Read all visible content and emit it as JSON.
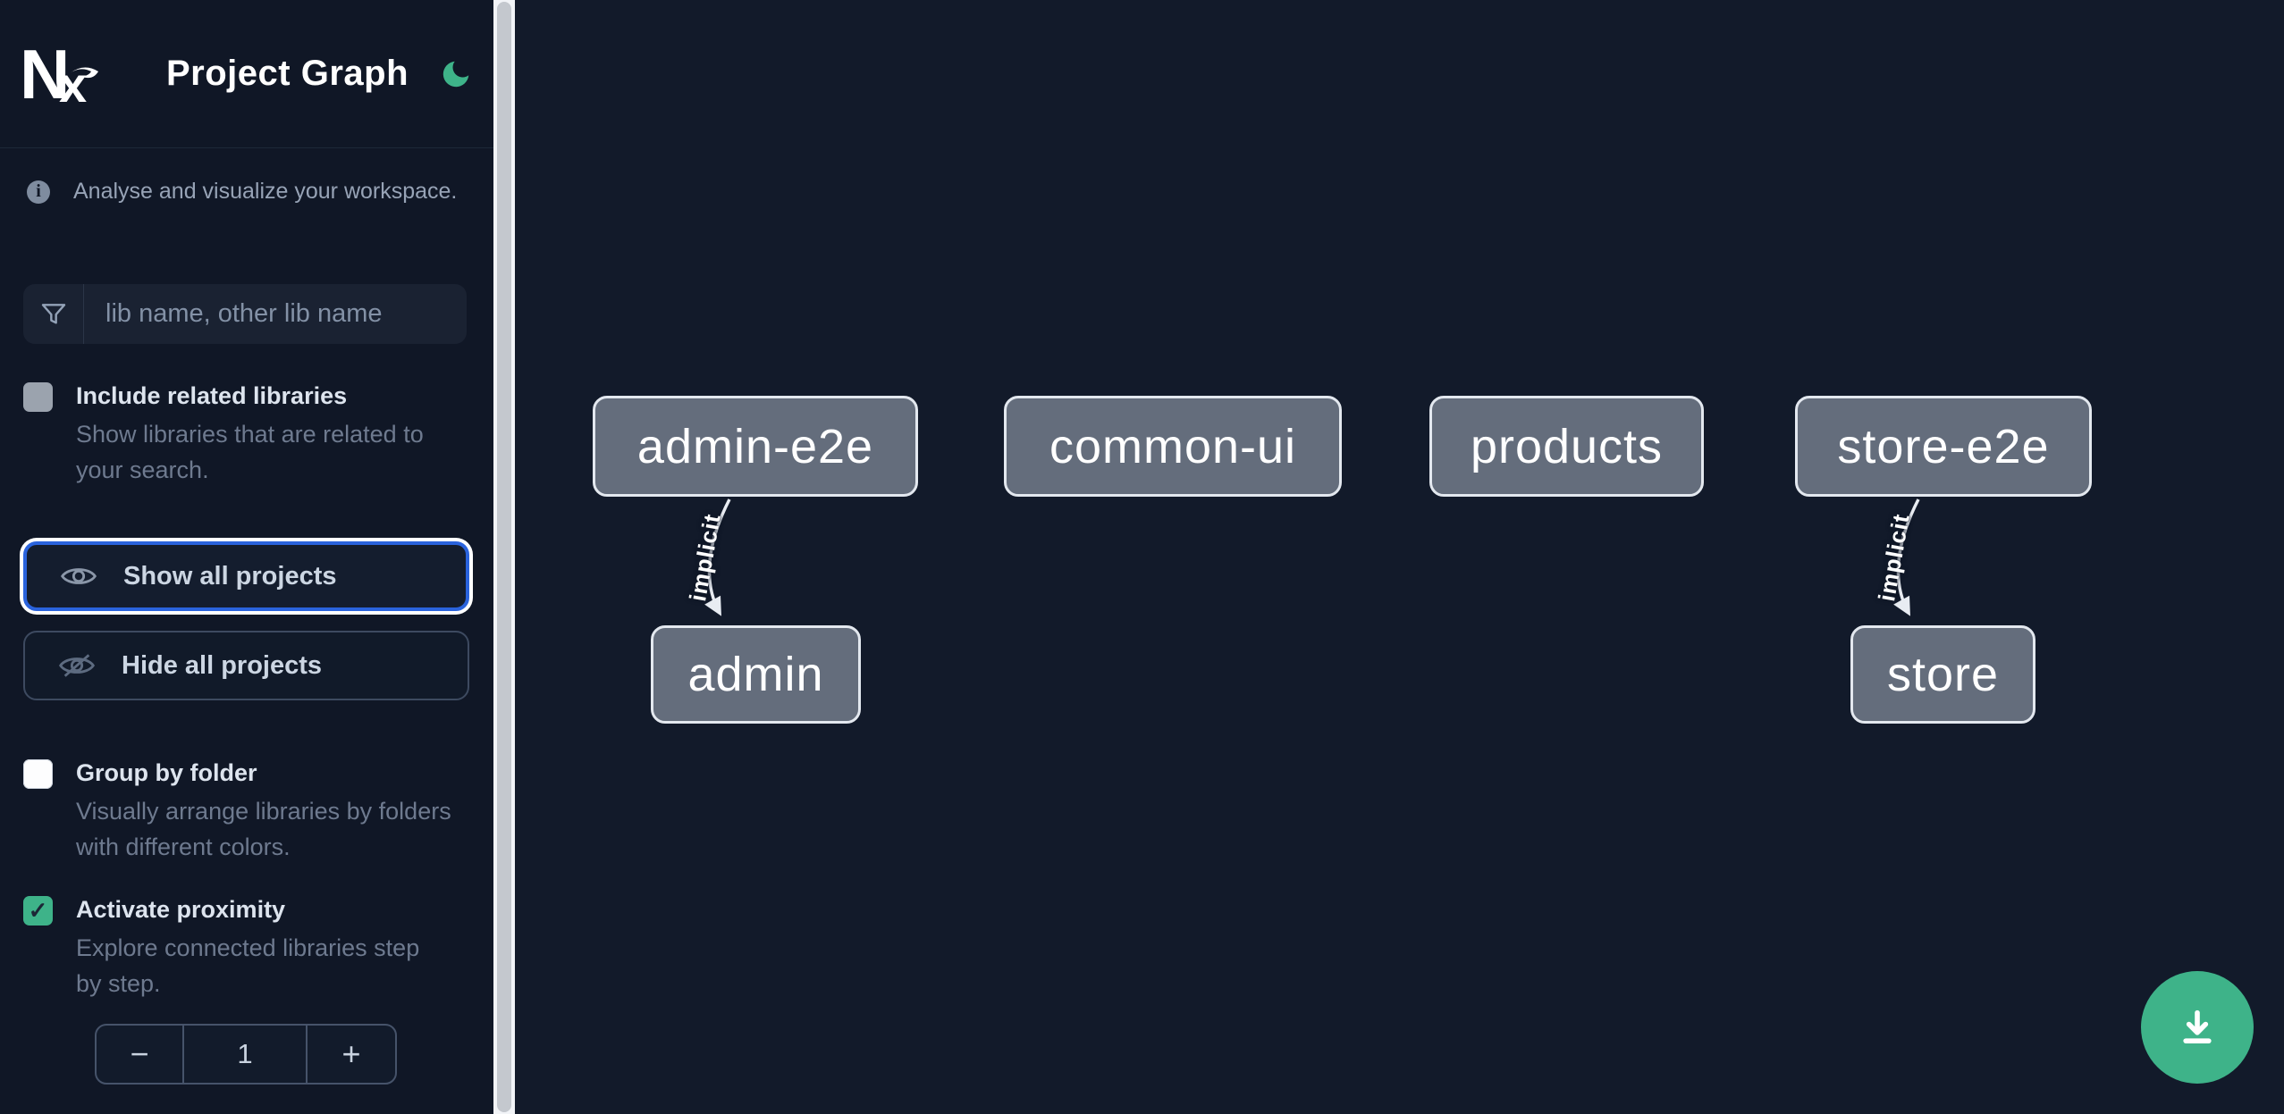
{
  "header": {
    "title": "Project Graph",
    "logo_text": "Nx",
    "theme_icon": "moon-icon"
  },
  "sidebar": {
    "tagline": "Analyse and visualize your workspace.",
    "search": {
      "placeholder": "lib name, other lib name"
    },
    "toggles": [
      {
        "label": "Include related libraries",
        "description": "Show libraries that are related to your search.",
        "checked": false,
        "style": "gray"
      },
      {
        "label": "Group by folder",
        "description": "Visually arrange libraries by folders with different colors.",
        "checked": false,
        "style": "white"
      },
      {
        "label": "Activate proximity",
        "description": "Explore connected libraries step by step.",
        "checked": true,
        "style": "green",
        "checkmark": "✓"
      }
    ],
    "buttons": {
      "show_all": "Show all projects",
      "hide_all": "Hide all projects"
    },
    "stepper": {
      "decrement": "−",
      "value": "1",
      "increment": "+"
    }
  },
  "graph": {
    "nodes": [
      {
        "id": "admin-e2e",
        "label": "admin-e2e"
      },
      {
        "id": "common-ui",
        "label": "common-ui"
      },
      {
        "id": "products",
        "label": "products"
      },
      {
        "id": "store-e2e",
        "label": "store-e2e"
      },
      {
        "id": "admin",
        "label": "admin"
      },
      {
        "id": "store",
        "label": "store"
      }
    ],
    "edges": [
      {
        "from": "admin-e2e",
        "to": "admin",
        "label": "implicit"
      },
      {
        "from": "store-e2e",
        "to": "store",
        "label": "implicit"
      }
    ]
  },
  "fab": {
    "icon": "download-icon"
  },
  "colors": {
    "accent_green": "#3eb389",
    "focus_blue": "#2a63dd",
    "node_fill": "#646d7c",
    "node_border": "#e3e8ef",
    "sidebar_bg": "#101726",
    "canvas_bg": "#121a2a"
  }
}
